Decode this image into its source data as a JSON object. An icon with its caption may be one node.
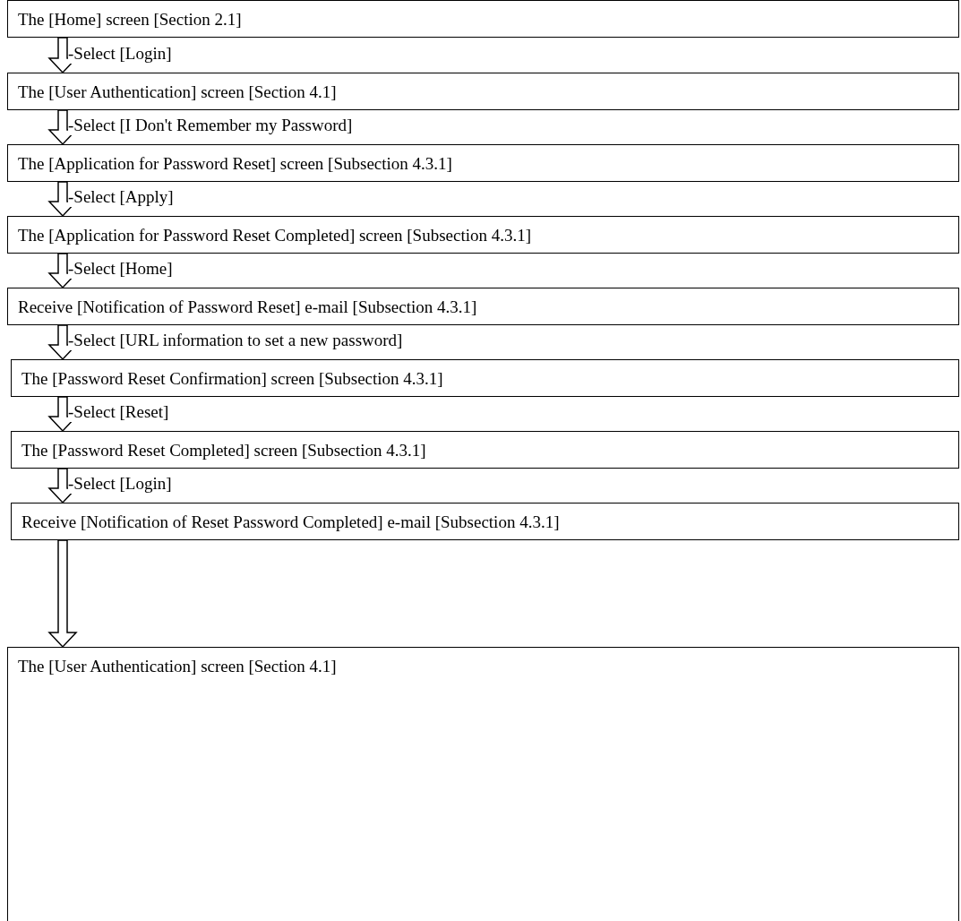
{
  "diagram": {
    "nodes": [
      {
        "text": [
          "The [Home] screen [Section 2.1]"
        ]
      },
      {
        "text": [
          "The [User Authentication] screen [Section 4.1]"
        ]
      },
      {
        "text": [
          "The [Application for Password Reset] screen [Subsection 4.3.1]"
        ]
      },
      {
        "text": [
          "The [Application for Password Reset Completed] screen [Subsection 4.3.1]"
        ]
      },
      {
        "text": [
          "Receive [Notification of Password Reset] e-mail [Subsection 4.3.1]"
        ]
      },
      {
        "text": [
          "The [Password Reset Confirmation] screen [Subsection 4.3.1]"
        ]
      },
      {
        "text": [
          "The [Password Reset Completed] screen [Subsection 4.3.1]"
        ]
      },
      {
        "text": [
          "Receive [Notification of Reset Password Completed] e-mail [Subsection 4.3.1]"
        ]
      },
      {
        "text": [
          "The [User Authentication] screen [Section 4.1]"
        ]
      }
    ],
    "edges": [
      {
        "from": 0,
        "to": 1,
        "arrow": "to",
        "label": "-Select [Login]"
      },
      {
        "from": 1,
        "to": 2,
        "arrow": "to",
        "label": "-Select [I Don't Remember my Password]"
      },
      {
        "from": 2,
        "to": 3,
        "arrow": "to",
        "label": "-Select [Apply]"
      },
      {
        "from": 3,
        "to": 4,
        "arrow": "to",
        "label": "-Select [Home]"
      },
      {
        "from": 4,
        "to": 5,
        "arrow": "to",
        "label": "-Select [URL information to set a new password]"
      },
      {
        "from": 5,
        "to": 6,
        "arrow": "to",
        "label": "-Select [Reset]"
      },
      {
        "from": 6,
        "to": 7,
        "arrow": "to",
        "label": "-Select [Login]"
      },
      {
        "from": 7,
        "to": 8,
        "arrow": "to"
      }
    ]
  }
}
